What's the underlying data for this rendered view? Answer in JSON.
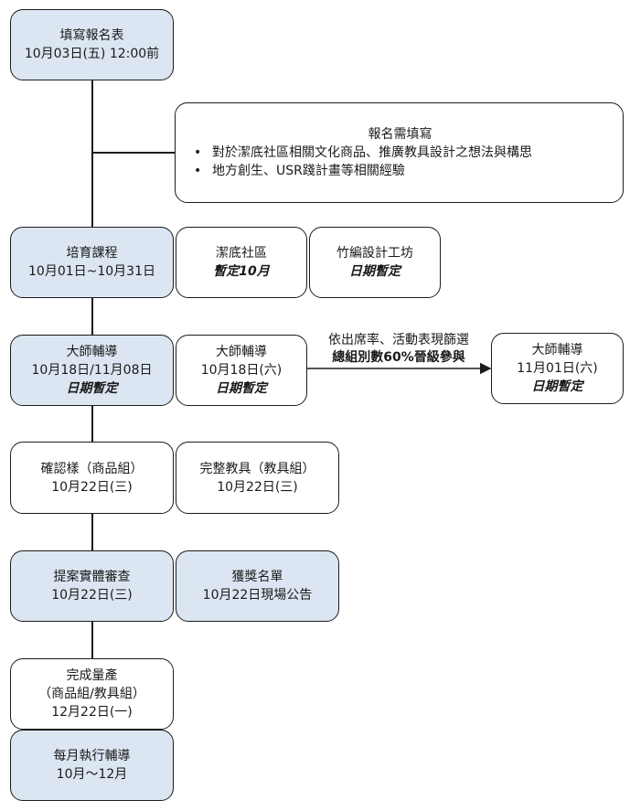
{
  "steps": {
    "apply": {
      "title": "填寫報名表",
      "date": "10月03日(五) 12:00前"
    },
    "requirements": {
      "title": "報名需填寫",
      "items": [
        "對於潔底社區相關文化商品、推廣教具設計之想法與構思",
        "地方創生、USR踐計畫等相關經驗"
      ]
    },
    "training": {
      "title": "培育課程",
      "date": "10月01日~10月31日"
    },
    "training_a": {
      "title": "潔底社區",
      "note": "暫定10月"
    },
    "training_b": {
      "title": "竹編設計工坊",
      "note": "日期暫定"
    },
    "mentor": {
      "title": "大師輔導",
      "date": "10月18日/11月08日",
      "note": "日期暫定"
    },
    "mentor_a": {
      "title": "大師輔導",
      "date": "10月18日(六)",
      "note": "日期暫定"
    },
    "arrow_label": {
      "line1": "依出席率、活動表現篩選",
      "line2": "總組別數60%晉級參與"
    },
    "mentor_b": {
      "title": "大師輔導",
      "date": "11月01日(六)",
      "note": "日期暫定"
    },
    "confirm_product": {
      "title": "確認樣（商品組）",
      "date": "10月22日(三)"
    },
    "confirm_teaching": {
      "title": "完整教具（教具組）",
      "date": "10月22日(三)"
    },
    "review": {
      "title": "提案實體審查",
      "date": "10月22日(三)"
    },
    "winners": {
      "title": "獲獎名單",
      "date": "10月22日現場公告"
    },
    "production": {
      "title": "完成量產",
      "groups": "（商品組/教具組）",
      "date": "12月22日(一)"
    },
    "monthly": {
      "title": "每月執行輔導",
      "date": "10月～12月"
    }
  },
  "colors": {
    "highlight": "#dce6f2",
    "border": "#1c1c1c"
  }
}
